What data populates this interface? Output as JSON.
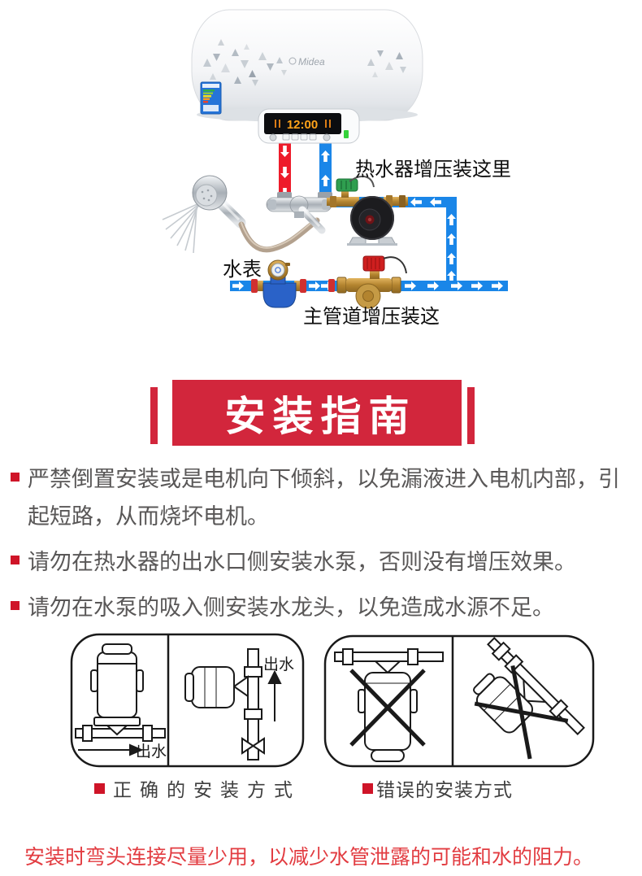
{
  "schematic": {
    "brand": "Midea",
    "display_time": "12:00",
    "labels": {
      "heater_pump": "热水器增压装这里",
      "water_meter": "水表",
      "main_pipe_pump": "主管道增压装这"
    }
  },
  "banner": {
    "title": "安装指南"
  },
  "guidelines": {
    "items": [
      "严禁倒置安装或是电机向下倾斜，以免漏液进入电机内部，引起短路，从而烧坏电机。",
      "请勿在热水器的出水口侧安装水泵，否则没有增压效果。",
      "请勿在水泵的吸入侧安装水龙头，以免造成水源不足。"
    ]
  },
  "figures": {
    "outlet_right": "出水",
    "outlet_up": "出水",
    "caption_correct": "正确的安装方式",
    "caption_wrong": "错误的安装方式"
  },
  "footer": {
    "note": "安装时弯头连接尽量少用，以减少水管泄露的可能和水的阻力。"
  },
  "colors": {
    "banner_red": "#d2263c",
    "accent_red": "#cf1428",
    "pipe_blue": "#1a86e8",
    "pipe_hot": "#ee1b2a",
    "footer_red": "#e23c41",
    "text_gray": "#595757"
  }
}
